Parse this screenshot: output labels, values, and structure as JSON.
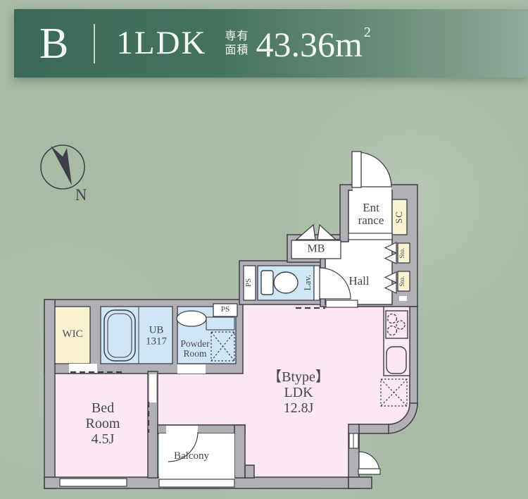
{
  "header": {
    "unit": "B",
    "layout": "1LDK",
    "area_label_1": "専有",
    "area_label_2": "面積",
    "area_value": "43.36m",
    "area_unit_sup": "2"
  },
  "compass": {
    "north": "N"
  },
  "rooms": {
    "entrance_1": "Ent",
    "entrance_2": "rance",
    "sc": "SC",
    "sto_1": "Sto.",
    "sto_2": "Sto.",
    "mb": "MB",
    "ps_upper": "PS",
    "lav": "Lav.",
    "hall": "Hall",
    "wic": "WIC",
    "ub_1": "UB",
    "ub_2": "1317",
    "powder_1": "Powder",
    "powder_2": "Room",
    "ps_lower": "PS",
    "ldk_1": "【Btype】",
    "ldk_2": "LDK",
    "ldk_3": "12.8J",
    "bed_1": "Bed",
    "bed_2": "Room",
    "bed_3": "4.5J",
    "balcony": "Balcony"
  },
  "colors": {
    "header_green_dark": "#3c6957",
    "header_green_light": "#90ab9b",
    "background_sage": "#a7bba5",
    "wall_gray": "#b2afb7",
    "outline_dark": "#3e3e48",
    "room_pink": "#fce8f2",
    "room_blue": "#cfe7f4",
    "room_cream": "#f8f2d0",
    "text_gray": "#46464f"
  }
}
